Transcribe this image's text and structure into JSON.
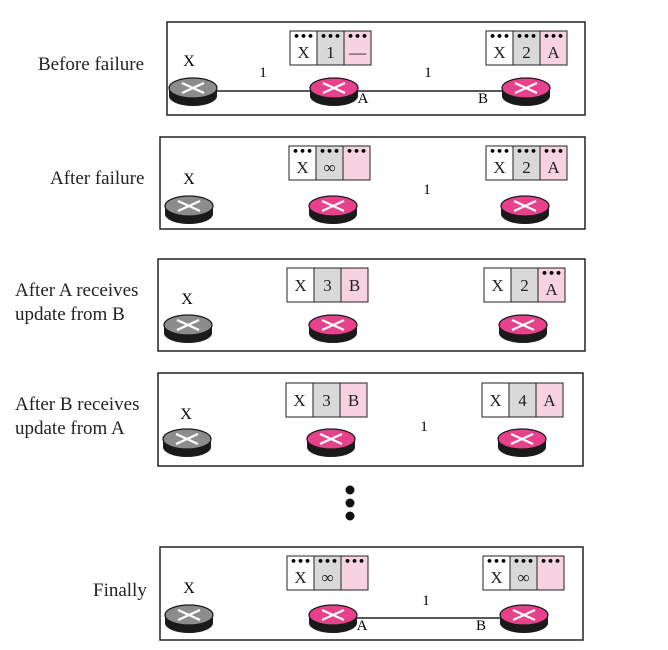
{
  "colors": {
    "router_x": "#8c8c8c",
    "router_ab": "#e6418a",
    "cell_dest": "#ffffff",
    "cell_cost": "#d9d9d9",
    "cell_next": "#f7d3e1",
    "frame": "#222222"
  },
  "icons": {
    "router": "router-icon"
  },
  "stages": [
    {
      "label": [
        "Before failure"
      ],
      "x_label": "X",
      "table_a": {
        "dest": "X",
        "cost": "1",
        "next": "—",
        "dots": true
      },
      "table_b": {
        "dest": "X",
        "cost": "2",
        "next": "A",
        "dots": true
      },
      "link_x_a": true,
      "link_a_b": true,
      "cost_x_a": "1",
      "cost_a_b": "1",
      "name_a": "A",
      "name_b": "B"
    },
    {
      "label": [
        "After failure"
      ],
      "x_label": "X",
      "table_a": {
        "dest": "X",
        "cost": "∞",
        "next": "",
        "dots": true
      },
      "table_b": {
        "dest": "X",
        "cost": "2",
        "next": "A",
        "dots": true
      },
      "link_x_a": false,
      "link_a_b": false,
      "cost_x_a": "",
      "cost_a_b": "1",
      "name_a": "",
      "name_b": ""
    },
    {
      "label": [
        "After A receives",
        "update from B"
      ],
      "x_label": "X",
      "table_a": {
        "dest": "X",
        "cost": "3",
        "next": "B",
        "dots": false
      },
      "table_b": {
        "dest": "X",
        "cost": "2",
        "next": "A",
        "dots": false,
        "dots_next_only": true
      },
      "link_x_a": false,
      "link_a_b": false,
      "cost_x_a": "",
      "cost_a_b": "",
      "name_a": "",
      "name_b": ""
    },
    {
      "label": [
        "After B receives",
        "update from A"
      ],
      "x_label": "X",
      "table_a": {
        "dest": "X",
        "cost": "3",
        "next": "B",
        "dots": false
      },
      "table_b": {
        "dest": "X",
        "cost": "4",
        "next": "A",
        "dots": false
      },
      "link_x_a": false,
      "link_a_b": false,
      "cost_x_a": "",
      "cost_a_b": "1",
      "name_a": "",
      "name_b": ""
    },
    {
      "label": [
        "Finally"
      ],
      "x_label": "X",
      "table_a": {
        "dest": "X",
        "cost": "∞",
        "next": "",
        "dots": true
      },
      "table_b": {
        "dest": "X",
        "cost": "∞",
        "next": "",
        "dots": true
      },
      "link_x_a": false,
      "link_a_b": true,
      "cost_x_a": "",
      "cost_a_b": "1",
      "name_a": "A",
      "name_b": "B"
    }
  ]
}
